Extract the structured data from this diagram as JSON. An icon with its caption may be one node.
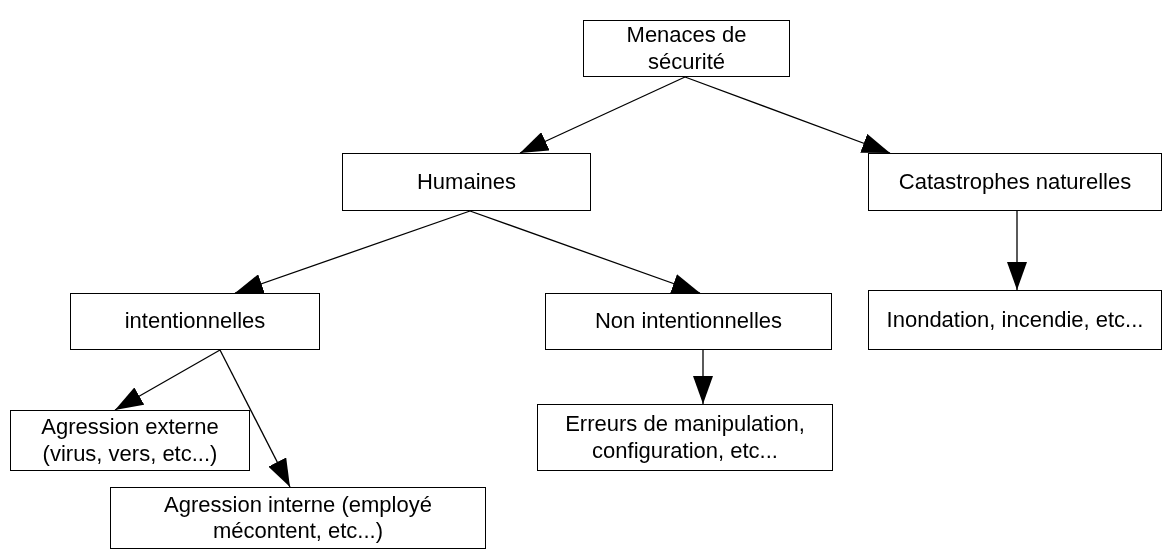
{
  "diagram": {
    "nodes": [
      {
        "text": [
          "Menaces de sécurité"
        ]
      },
      {
        "text": [
          "Humaines"
        ]
      },
      {
        "text": [
          "Catastrophes naturelles"
        ]
      },
      {
        "text": [
          "intentionnelles"
        ]
      },
      {
        "text": [
          "Non intentionnelles"
        ]
      },
      {
        "text": [
          "Inondation, incendie, etc..."
        ]
      },
      {
        "text": [
          "Agression externe (virus, vers, etc...)"
        ]
      },
      {
        "text": [
          "Erreurs de manipulation, configuration, etc..."
        ]
      },
      {
        "text": [
          "Agression interne (employé mécontent, etc...)"
        ]
      }
    ],
    "edges": [
      {
        "from": 0,
        "to": 1,
        "arrow": "to"
      },
      {
        "from": 0,
        "to": 2,
        "arrow": "to"
      },
      {
        "from": 1,
        "to": 3,
        "arrow": "to"
      },
      {
        "from": 1,
        "to": 4,
        "arrow": "to"
      },
      {
        "from": 2,
        "to": 5,
        "arrow": "to"
      },
      {
        "from": 3,
        "to": 6,
        "arrow": "to"
      },
      {
        "from": 3,
        "to": 8,
        "arrow": "to"
      },
      {
        "from": 4,
        "to": 7,
        "arrow": "to"
      }
    ]
  }
}
